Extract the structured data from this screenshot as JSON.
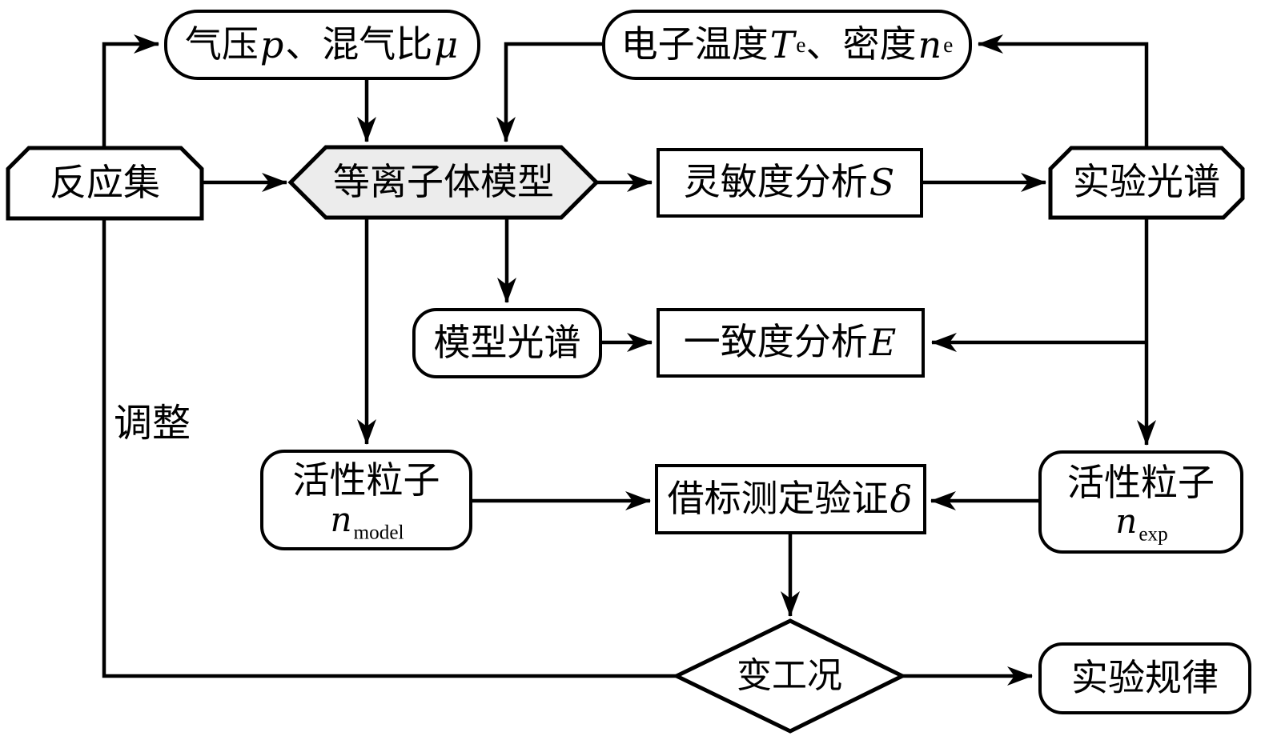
{
  "figure": {
    "background": "#ffffff",
    "line_color": "#000000",
    "hexagon_fill": "#ececec"
  },
  "nodes": {
    "pressure": {
      "segments": [
        "气压",
        "p",
        "、混气比",
        "μ"
      ]
    },
    "electron": {
      "cn1": "电子温度",
      "sym1": "T",
      "sub1": "e",
      "cn2": "、密度",
      "sym2": "n",
      "sub2": "e"
    },
    "reaction": {
      "label": "反应集"
    },
    "plasma": {
      "label": "等离子体模型"
    },
    "sensitivity": {
      "cn": "灵敏度分析",
      "sym": "S"
    },
    "exp_spectrum": {
      "label": "实验光谱"
    },
    "model_spectrum": {
      "label": "模型光谱"
    },
    "consistency": {
      "cn": "一致度分析",
      "sym": "E"
    },
    "n_model": {
      "line1": "活性粒子",
      "sym": "n",
      "sub": "model"
    },
    "verification": {
      "cn": "借标测定验证",
      "sym": "δ"
    },
    "n_exp": {
      "line1": "活性粒子",
      "sym": "n",
      "sub": "exp"
    },
    "decision": {
      "label": "变工况"
    },
    "exp_law": {
      "label": "实验规律"
    },
    "adjust": {
      "label": "调整"
    }
  }
}
